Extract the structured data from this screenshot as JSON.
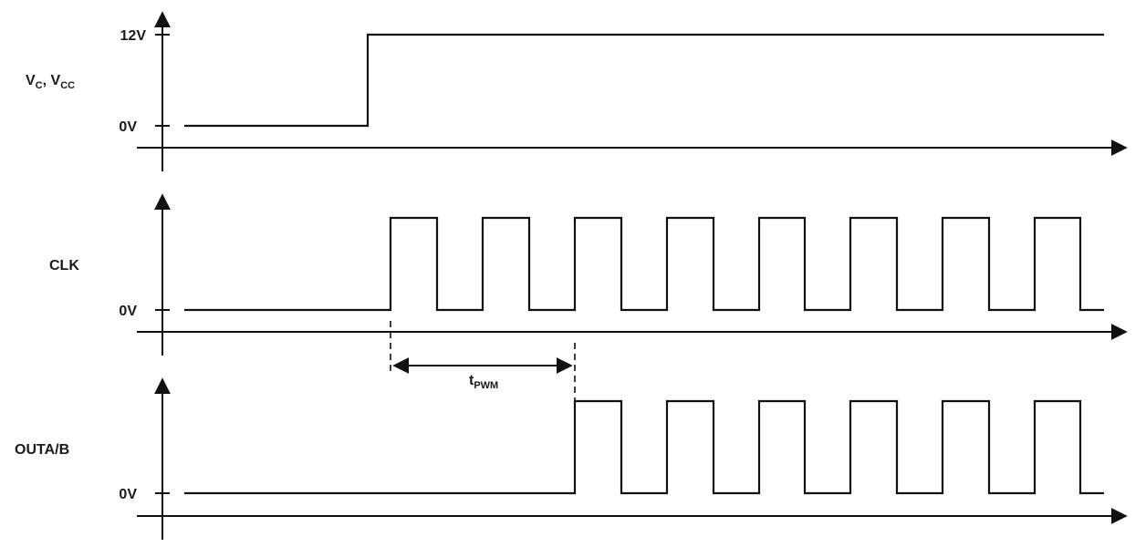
{
  "diagram": {
    "panels": [
      {
        "id": "supply",
        "signal_label": {
          "main": "V",
          "sub1": "C",
          "mid": ", V",
          "sub2": "CC"
        },
        "ticks": {
          "high": "12V",
          "low": "0V"
        }
      },
      {
        "id": "clk",
        "signal_label": {
          "main": "CLK"
        },
        "ticks": {
          "low": "0V"
        }
      },
      {
        "id": "outab",
        "signal_label": {
          "main": "OUTA/B"
        },
        "ticks": {
          "low": "0V"
        }
      }
    ],
    "interval": {
      "main": "t",
      "sub": "PWM"
    },
    "colors": {
      "line": "#111111",
      "text": "#1a1a1a",
      "background": "#ffffff"
    }
  }
}
